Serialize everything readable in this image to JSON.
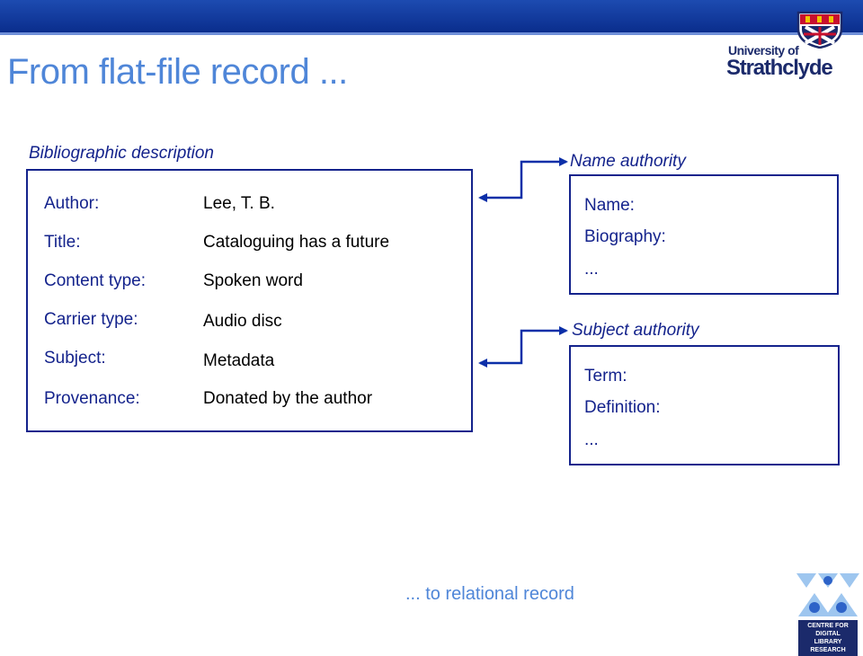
{
  "slide": {
    "title": "From flat-file record ...",
    "footer": "... to relational record"
  },
  "logo": {
    "line1": "University of",
    "line2": "Strathclyde"
  },
  "cdlr_logo": {
    "line1": "CENTRE FOR DIGITAL",
    "line2": "LIBRARY RESEARCH"
  },
  "bibliographic": {
    "caption": "Bibliographic description",
    "rows": [
      {
        "label": "Author:",
        "value": "Lee, T. B."
      },
      {
        "label": "Title:",
        "value": "Cataloguing has a future"
      },
      {
        "label": "Content type:",
        "value": "Spoken word"
      },
      {
        "label": "Carrier type:",
        "value": "Audio disc"
      },
      {
        "label": "Subject:",
        "value": "Metadata"
      },
      {
        "label": "Provenance:",
        "value": "Donated by the author"
      }
    ]
  },
  "name_authority": {
    "caption": "Name authority",
    "fields": [
      "Name:",
      "Biography:",
      "..."
    ]
  },
  "subject_authority": {
    "caption": "Subject authority",
    "fields": [
      "Term:",
      "Definition:",
      "..."
    ]
  },
  "colors": {
    "header_blue": "#0a2d8c",
    "title_blue": "#4f86d8",
    "text_navy": "#14238c"
  }
}
